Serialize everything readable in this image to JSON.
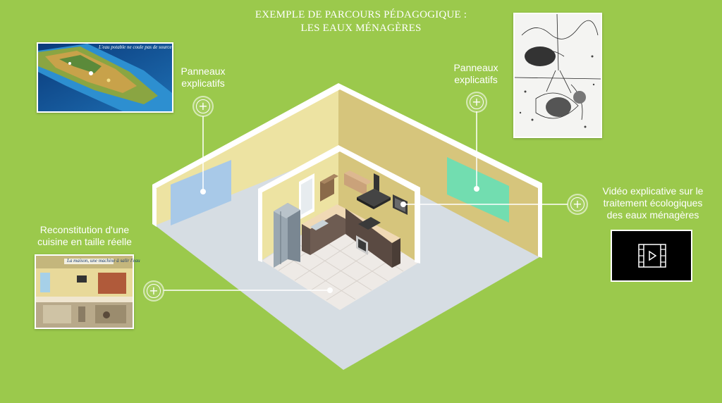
{
  "title": {
    "line1": "EXEMPLE DE PARCOURS PÉDAGOGIQUE :",
    "line2": "LES EAUX MÉNAGÈRES"
  },
  "labels": {
    "panel_left": [
      "Panneaux",
      "explicatifs"
    ],
    "panel_right": [
      "Panneaux",
      "explicatifs"
    ],
    "kitchen": [
      "Reconstitution d'une",
      "cuisine en taille réelle"
    ],
    "video": [
      "Vidéo explicative sur le",
      "traitement écologiques",
      "des eaux ménagères"
    ]
  },
  "thumbnails": {
    "map_caption": "L'eau potable ne coule pas de source",
    "kitchen_caption": "La maison, une machine à salir l'eau"
  },
  "colors": {
    "background": "#9bc94c",
    "wall_left": "#ede3a2",
    "wall_right": "#d6c57c",
    "floor": "#d6dde3",
    "panel_blue": "#a8c9e8",
    "panel_green": "#72ddb0"
  },
  "icons": {
    "hotspot": "plus-circle-icon",
    "video": "film-play-icon"
  }
}
